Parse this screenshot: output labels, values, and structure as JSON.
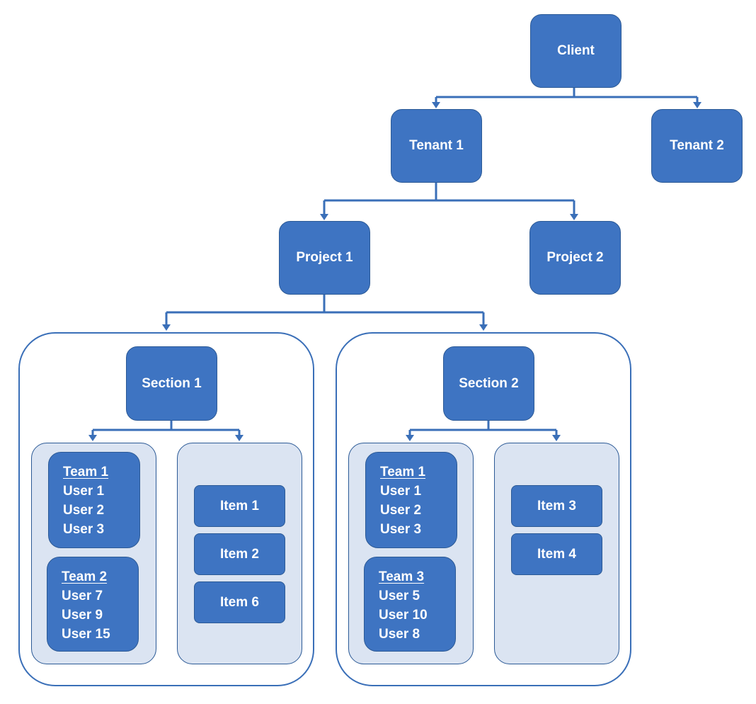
{
  "diagram": {
    "colors": {
      "node_fill": "#3e74c2",
      "node_border": "#2c5a96",
      "panel_fill": "#dbe4f2",
      "connector": "#3a6fb8",
      "text": "#ffffff"
    },
    "client": {
      "label": "Client"
    },
    "tenants": [
      {
        "label": "Tenant 1"
      },
      {
        "label": "Tenant 2"
      }
    ],
    "projects": [
      {
        "label": "Project 1"
      },
      {
        "label": "Project 2"
      }
    ],
    "sections": [
      {
        "label": "Section 1",
        "teams": [
          {
            "title": "Team 1",
            "users": [
              "User 1",
              "User 2",
              "User 3"
            ]
          },
          {
            "title": "Team 2",
            "users": [
              "User 7",
              "User 9",
              "User 15"
            ]
          }
        ],
        "items": [
          "Item 1",
          "Item 2",
          "Item 6"
        ]
      },
      {
        "label": "Section 2",
        "teams": [
          {
            "title": "Team 1",
            "users": [
              "User 1",
              "User 2",
              "User 3"
            ]
          },
          {
            "title": "Team 3",
            "users": [
              "User 5",
              "User 10",
              "User 8"
            ]
          }
        ],
        "items": [
          "Item 3",
          "Item 4"
        ]
      }
    ]
  }
}
